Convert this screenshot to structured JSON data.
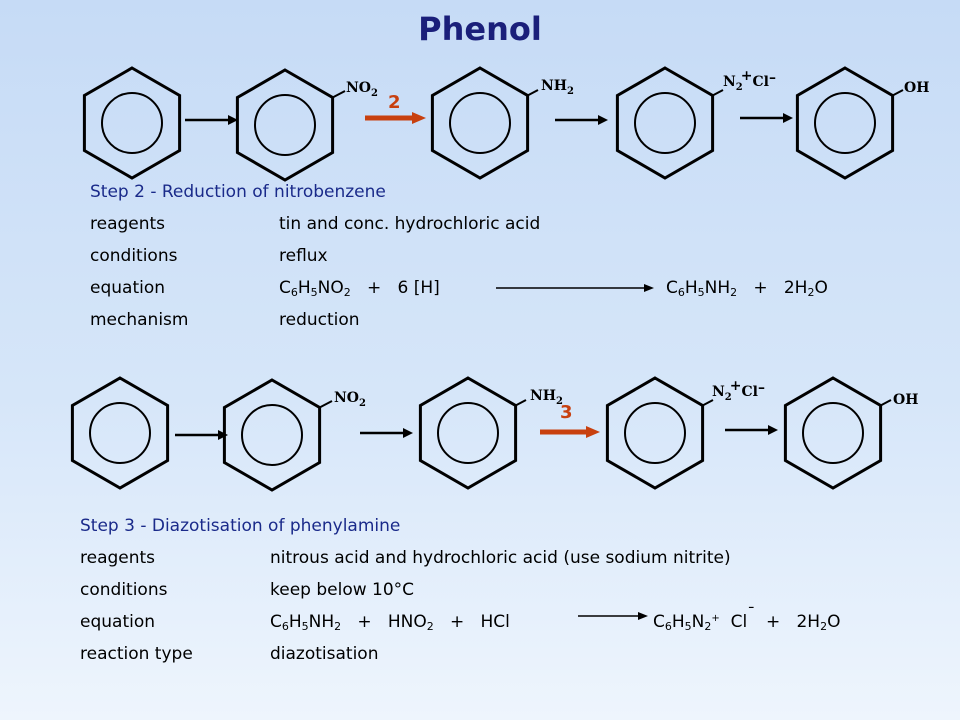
{
  "title": "Phenol",
  "scheme": {
    "labels": {
      "no2": [
        "NO",
        "2"
      ],
      "nh2": [
        "NH",
        "2"
      ],
      "n2cl": [
        "N",
        "2",
        "+",
        "Cl",
        "–"
      ],
      "oh": "OH"
    },
    "step_numbers": {
      "top": "2",
      "bottom": "3"
    },
    "colors": {
      "highlight_arrow": "#c8400f",
      "arrow": "#000000"
    }
  },
  "step2": {
    "heading": "Step 2 - Reduction of nitrobenzene",
    "rows": [
      {
        "key": "reagents",
        "value": "tin and conc. hydrochloric acid"
      },
      {
        "key": "conditions",
        "value": "reflux"
      },
      {
        "key": "equation",
        "value": ""
      },
      {
        "key": "mechanism",
        "value": "reduction"
      }
    ],
    "equation": {
      "left": [
        "C",
        "6",
        "H",
        "5",
        "NO",
        "2",
        "+",
        "6 [H]"
      ],
      "right": [
        "C",
        "6",
        "H",
        "5",
        "NH",
        "2",
        "+",
        "2H",
        "2",
        "O"
      ]
    }
  },
  "step3": {
    "heading": "Step 3 - Diazotisation of phenylamine",
    "rows": [
      {
        "key": "reagents",
        "value": "nitrous acid and hydrochloric acid (use sodium nitrite)"
      },
      {
        "key": "conditions",
        "value": "keep below 10°C"
      },
      {
        "key": "equation",
        "value": ""
      },
      {
        "key": "reaction type",
        "value": "diazotisation"
      }
    ],
    "equation": {
      "left": [
        "C",
        "6",
        "H",
        "5",
        "NH",
        "2",
        "+",
        "HNO",
        "2",
        "+",
        "HCl"
      ],
      "right": [
        "C",
        "6",
        "H",
        "5",
        "N",
        "2",
        "+",
        "Cl",
        "¯",
        "+",
        "2H",
        "2",
        "O"
      ]
    }
  }
}
